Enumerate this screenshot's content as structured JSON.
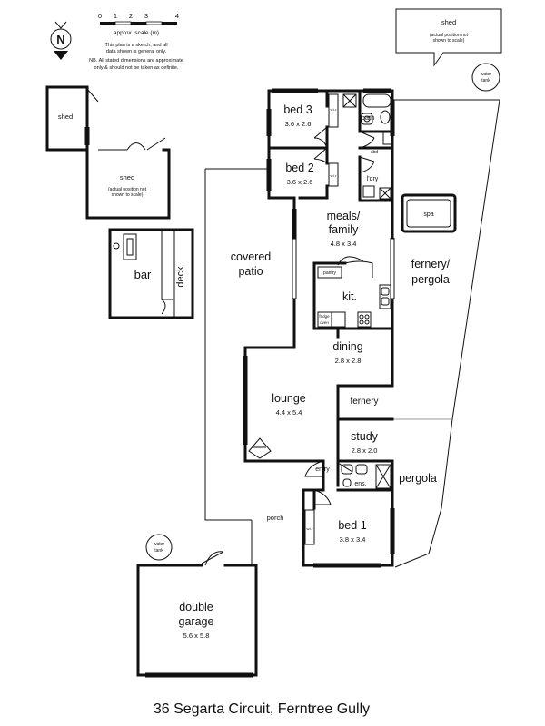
{
  "address": "36 Segarta Circuit, Ferntree Gully",
  "compass": {
    "letter": "N"
  },
  "scale": {
    "ticks": [
      "0",
      "1",
      "2",
      "3",
      "4"
    ],
    "label": "approx. scale (m)",
    "note1": "This plan is a sketch, and all",
    "note2": "data shown is general only.",
    "note3": "NB. All stated dimensions are approximate",
    "note4": "only & should not be taken as definite."
  },
  "outbuildings": {
    "shed_top": {
      "name": "shed",
      "note1": "(actual position not",
      "note2": "shown to scale)"
    },
    "shed_left": {
      "name": "shed"
    },
    "shed_mid": {
      "name": "shed",
      "note1": "(actual position not",
      "note2": "shown to scale)"
    },
    "water_tank_top": {
      "line1": "water",
      "line2": "tank"
    },
    "water_tank_bottom": {
      "line1": "water",
      "line2": "tank"
    },
    "bar": "bar",
    "deck": "deck"
  },
  "rooms": {
    "bed3": {
      "name": "bed 3",
      "dims": "3.6 x 2.6"
    },
    "bath": "bath",
    "bed2": {
      "name": "bed 2",
      "dims": "3.6 x 2.6"
    },
    "cbd": "cbd",
    "ldry": "l'dry",
    "wir": "w.i.r",
    "meals": {
      "name1": "meals/",
      "name2": "family",
      "dims": "4.8 x 3.4"
    },
    "spa": "spa",
    "covered_patio": {
      "line1": "covered",
      "line2": "patio"
    },
    "fernery_pergola": {
      "line1": "fernery/",
      "line2": "pergola"
    },
    "pantry": "pantry",
    "kitchen": "kit.",
    "fridge_label1": "fridge",
    "fridge_label2": "oven",
    "dining": {
      "name": "dining",
      "dims": "2.8 x 2.8"
    },
    "lounge": {
      "name": "lounge",
      "dims": "4.4 x 5.4"
    },
    "fernery": "fernery",
    "study": {
      "name": "study",
      "dims": "2.8 x 2.0"
    },
    "entry": "entry",
    "ens": "ens.",
    "pergola": "pergola",
    "porch": "porch",
    "bed1": {
      "name": "bed 1",
      "dims": "3.8 x 3.4"
    },
    "garage": {
      "line1": "double",
      "line2": "garage",
      "dims": "5.6 x 5.8"
    }
  }
}
